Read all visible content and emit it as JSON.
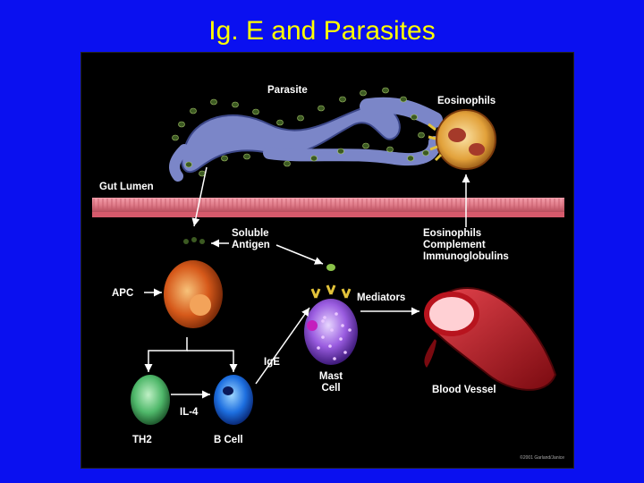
{
  "title": "Ig. E and Parasites",
  "labels": {
    "parasite": "Parasite",
    "eosinophils": "Eosinophils",
    "gut_lumen": "Gut Lumen",
    "soluble_antigen": "Soluble\nAntigen",
    "eosinophils_complement": "Eosinophils\nComplement\nImmunoglobulins",
    "apc": "APC",
    "mediators": "Mediators",
    "ige": "IgE",
    "mast_cell": "Mast\nCell",
    "blood_vessel": "Blood Vessel",
    "il4": "IL-4",
    "th2": "TH2",
    "b_cell": "B Cell"
  },
  "copyright": "©2001 Garland/Janice",
  "colors": {
    "background": "#0a10f0",
    "title": "#ffff00",
    "panel": "#000000",
    "parasite": "#7b86c8",
    "antigen": "#3c5a22",
    "gut_lining": "#e07c8a",
    "apc": "#d6591a",
    "th2": "#4fb86a",
    "b_cell": "#1d6fe0",
    "mast_cell": "#9a5ce0",
    "blood_vessel": "#b8141e",
    "eosinophil": "#e2a13a",
    "ige_receptor": "#e2c23a"
  }
}
